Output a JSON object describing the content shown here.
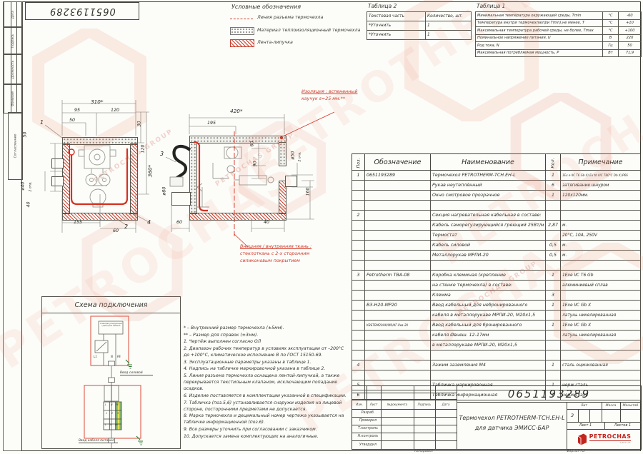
{
  "watermark": {
    "t1": "PETROTHERM",
    "t2": "PETROCHAS",
    "sub": "PETROCHAS GROUP"
  },
  "frame": {
    "copied": "Копировал",
    "format": "Формат А3"
  },
  "left_strip": [
    "Дата",
    "Подпись",
    "Должность",
    "Фамилия",
    "Согласование"
  ],
  "top_stamp": "0651193289",
  "legend": {
    "title": "Условные обозначения",
    "items": [
      "Линия разъема термочехла",
      "Материал теплоизоляционный термочехла",
      "Лента-липучка"
    ]
  },
  "table2": {
    "title": "Таблица 2",
    "rows": [
      [
        "Текстовая часть",
        "Количество, шт."
      ],
      [
        "*Уточнить",
        "1"
      ],
      [
        "*Уточнить",
        "1"
      ]
    ]
  },
  "table1": {
    "title": "Таблица 1",
    "rows": [
      [
        "Минимальная температура окружающей среды, Tmin",
        "°С",
        "-60"
      ],
      [
        "Температура внутри термочехла(при Tmin),не менее, T",
        "°С",
        "+10"
      ],
      [
        "Максимальная температура рабочей среды, не более, Tmax",
        "°С",
        "+100"
      ],
      [
        "Номинальное напряжение питания, U",
        "В",
        "220"
      ],
      [
        "Род тока, N",
        "Гц",
        "50"
      ],
      [
        "Максимальная потребляемая мощность, P",
        "Вт",
        "71,9"
      ]
    ]
  },
  "drawing1": {
    "dims": {
      "top": "310*",
      "t95": "95",
      "t120": "120",
      "t50": "50",
      "r30": "30",
      "r120": "120",
      "r360": "360*",
      "l50": "50",
      "l40d": "ø40",
      "l40d2": "2 отв.",
      "l40": "40",
      "b155": "155",
      "b60": "60",
      "c1": "1",
      "c2": "2",
      "c4": "4"
    }
  },
  "drawing2": {
    "dims": {
      "top": "420*",
      "t195": "195",
      "i60": "60",
      "i90": "90",
      "r50d": "ø50",
      "r50d2": "2 отв.",
      "r160": "160",
      "l80d": "ø80",
      "b60": "60",
      "b40": "40",
      "c3": "3"
    },
    "note_insulation": [
      "Изоляция : вспененный",
      "каучук  s=25 мм.**"
    ],
    "note_fabric": [
      "Внешняя / внутренняя ткань :",
      "стеклоткань с 2-х сторонним",
      "силиконовым покрытием"
    ]
  },
  "schema": {
    "title": "Схема подключения",
    "heater": "Саморегулирующийся греющий кабель",
    "phase": [
      "L1",
      "N",
      "PE"
    ],
    "t_row1": [
      "L",
      "N",
      "PE"
    ],
    "t_row2": [
      "1",
      "2",
      "3"
    ],
    "t_row3": [
      "L",
      "N",
      "PE"
    ],
    "vvod1": "Ввод силовой",
    "vvod2": "Ввод кабеля питания"
  },
  "notes": [
    "* – Внутренний размер термочехла (±5мм).",
    "** – Размер для справок (±3мм).",
    "1. Чертёж выполнен согласно ОЛ",
    "2. Диапазон рабочих температур в условиях эксплуатации от –200°С до +100°С, климатическое исполнение В по ГОСТ 15150-69.",
    "3. Эксплуатационные параметры указаны в таблице 1.",
    "4. Надпись на табличке маркировочной указана в таблице 2.",
    "5. Линия разъема термочехла оснащена лентой-липучкой, а также перекрывается текстильным клапаном, исключающим попадание осадков.",
    "6. Изделие поставляется в комплектации указанной в спецификации.",
    "7. Табличка (поз.5,6) устанавливается снаружи изделия на лицевой стороне, посторонними предметами не допускается.",
    "8. Марка термочехла и децимальный номер чертежа указывается на табличке информационной (поз.6).",
    "9. Все размеры уточнить при согласовании с заказчиком.",
    "10.  Допускается замена комплектующих на аналогичные."
  ],
  "parts": {
    "headers": [
      "Поз.",
      "Обозначение",
      "Наименование",
      "Кол.",
      "Примечание"
    ],
    "rows": [
      [
        "1",
        "0651193289",
        "Термочехол PETROTHERM-ТСН.ЕН-L",
        "1",
        "1Ex e IIC T6 Gb X/ Ex tb IIIC T80°C Db X,IP66"
      ],
      [
        "",
        "",
        "Рукав неутеплённый",
        "6",
        "затягивание шнуром"
      ],
      [
        "",
        "",
        "Окно смотровое прозрачное",
        "1",
        "120х120мм."
      ],
      [
        "",
        "",
        "",
        "",
        ""
      ],
      [
        "2",
        "",
        "Секция нагревательная кабельная в составе:",
        "",
        ""
      ],
      [
        "",
        "",
        "Кабель саморегулирующийся греющий 25Вт/м",
        "2,87",
        "м."
      ],
      [
        "",
        "",
        "Термостат",
        "",
        "20°С, 10А, 250V"
      ],
      [
        "",
        "",
        "Кабель силовой",
        "0,5",
        "м."
      ],
      [
        "",
        "",
        "Металлорукав МРПИ-20",
        "0,5",
        "м."
      ],
      [
        "",
        "",
        "",
        "",
        ""
      ],
      [
        "3",
        "Petrotherm TBA-08",
        "Коробка клеммная (крепление",
        "1",
        "1Ехе IIC Т6 Gb"
      ],
      [
        "",
        "",
        "на стенке термочехла) в составе:",
        "",
        "алюминиевый сплав"
      ],
      [
        "",
        "",
        "Клемма",
        "3",
        ""
      ],
      [
        "",
        "ВЗ-Н20-МР20",
        "Ввод кабельный для небронированного",
        "1",
        "1Ехе IIC Gb X"
      ],
      [
        "",
        "",
        "кабеля в металлорукаве МРПИ-20, М20х1,5",
        "",
        "латунь никелированная"
      ],
      [
        "",
        "КВБТВМ20НК/М0/КГ-Ркв-20",
        "Ввод кабельный для бронированного",
        "1",
        "1Ехе IIC Gb X"
      ],
      [
        "",
        "",
        "кабеля Øвнеш. 12-17мм",
        "",
        "латунь никелированная"
      ],
      [
        "",
        "",
        "в металлорукаве МРПИ-20, М20х1,5",
        "",
        ""
      ],
      [
        "",
        "",
        "",
        "",
        ""
      ],
      [
        "4",
        "",
        "Зажим заземления М4",
        "1",
        "сталь оцинкованная"
      ],
      [
        "",
        "",
        "",
        "",
        ""
      ],
      [
        "5",
        "",
        "Табличка маркировочная",
        "1",
        "нерж.сталь"
      ],
      [
        "6",
        "",
        "Табличка информационная",
        "1",
        "нерж.сталь"
      ]
    ]
  },
  "title_block": {
    "number": "0651193289",
    "title1": "Термочехол PETROTHERM-ТСН.ЕН-L",
    "title2": "для датчика ЭМИСС-БАР",
    "cols": [
      "Изм.",
      "Лист",
      "№документа",
      "Подпись",
      "Дата"
    ],
    "rows": [
      "Разраб.",
      "Проверил",
      "Т.контроль",
      "Н.контроль",
      "Утвердил"
    ],
    "lit": "Лит",
    "lit_val": "З",
    "massa": "Масса",
    "masshtab": "Масштаб",
    "sheet": "Лист 1",
    "sheets": "Листов  1",
    "logo": "PETROCHAS",
    "logo_sub": "GROUP"
  }
}
